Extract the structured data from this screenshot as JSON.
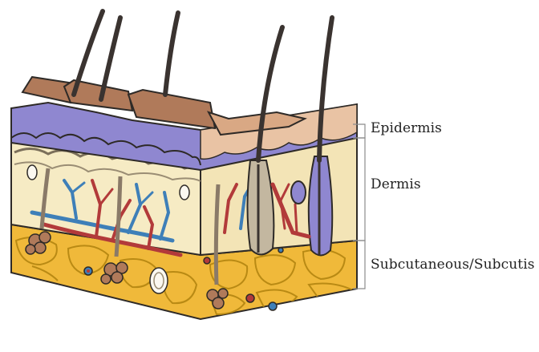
{
  "labels": {
    "epidermis": "Epidermis",
    "dermis": "Dermis",
    "subcutis": "Subcutaneous/Subcutis"
  },
  "colors": {
    "hair": "#3a3330",
    "stratum_corneum": "#b07a5a",
    "epidermis": "#8f87d0",
    "epidermis_top": "#e9c3a4",
    "dermis": "#f6ebc4",
    "subcutis": "#f0b93a",
    "fat_cell_outline": "#b98a14",
    "artery": "#b23a3a",
    "vein": "#3e7fb8",
    "outline": "#2e2a27"
  }
}
